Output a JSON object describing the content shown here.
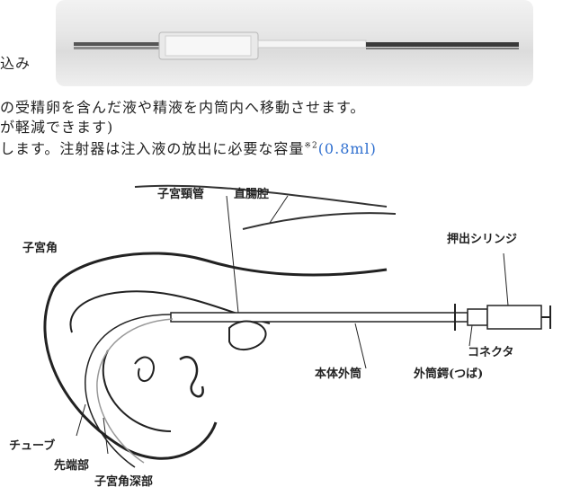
{
  "photo": {
    "alt_label": ""
  },
  "text": {
    "line1": "込み",
    "line2": "の受精卵を含んだ液や精液を内筒内へ移動させます。",
    "line3": "が軽減できます)",
    "line4_main": "します。注射器は注入液の放出に必要な容量",
    "line4_sup": "※2",
    "line4_blue": "(0.8ml)"
  },
  "diagram": {
    "labels": {
      "shikyu_keikan": "子宮頸管",
      "chokucho": "直腸腔",
      "shikyu_kaku": "子宮角",
      "oshidashi": "押出シリンジ",
      "connector": "コネクタ",
      "gaitou_tsuba": "外筒鍔(つば)",
      "hontai": "本体外筒",
      "tube": "チューブ",
      "sentan": "先端部",
      "shinbu": "子宮角深部"
    }
  }
}
